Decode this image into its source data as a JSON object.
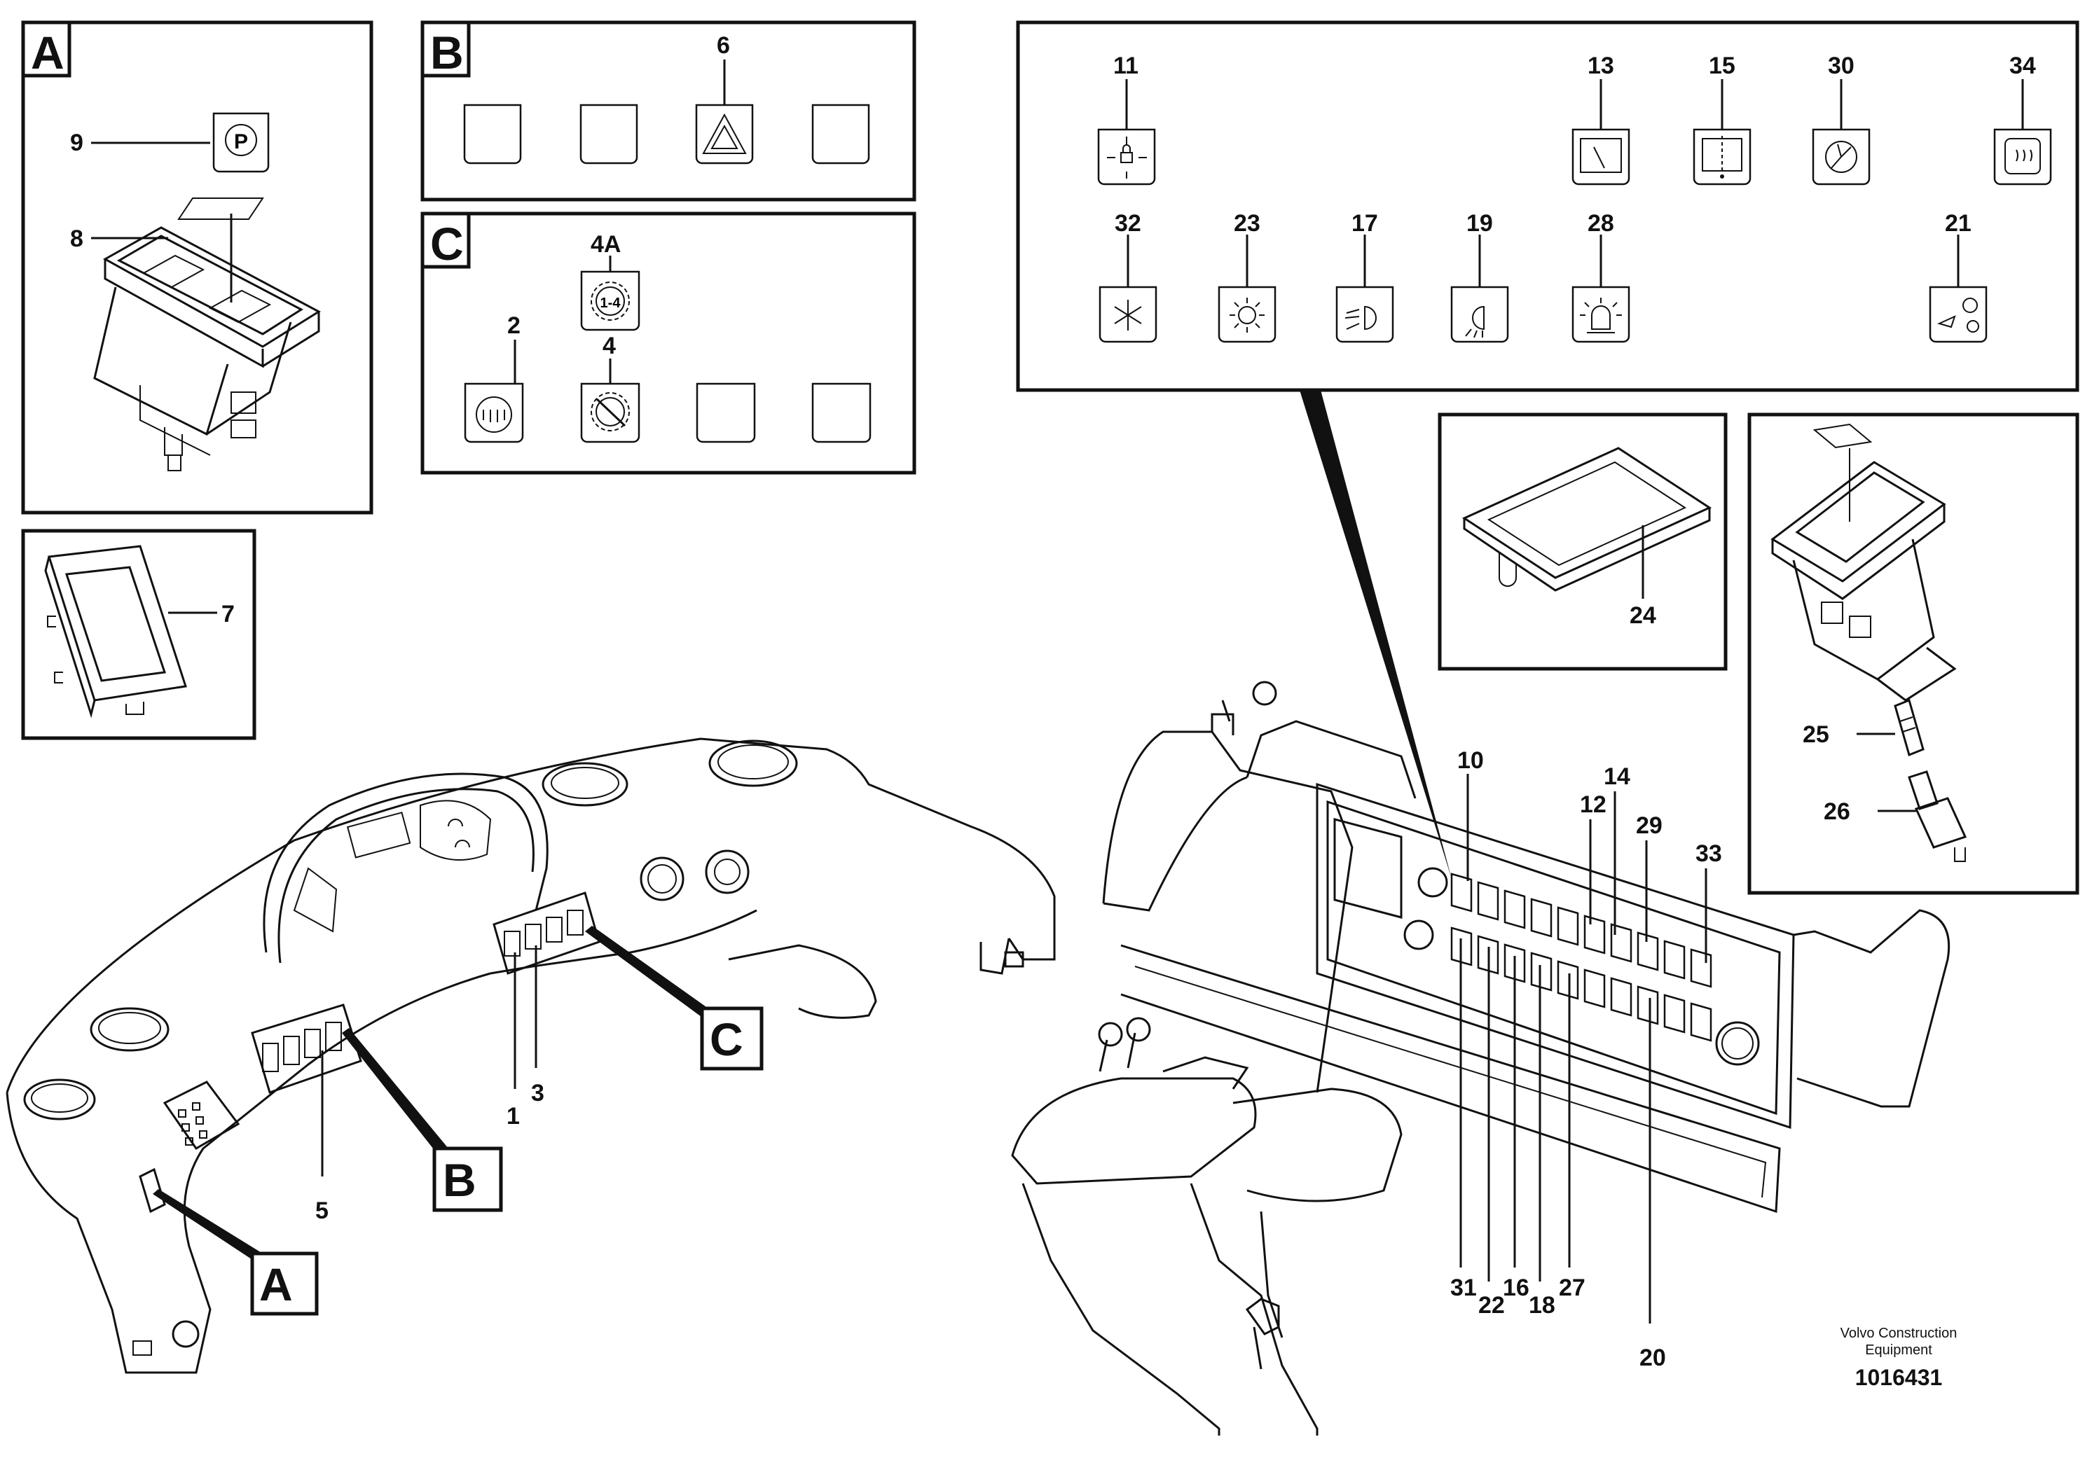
{
  "sections": {
    "A": "A",
    "B": "B",
    "C": "C"
  },
  "callouts": {
    "A": "A",
    "B": "B",
    "C": "C"
  },
  "labels": {
    "n1": "1",
    "n2": "2",
    "n3": "3",
    "n4": "4",
    "n4A": "4A",
    "n5": "5",
    "n6": "6",
    "n7": "7",
    "n8": "8",
    "n9": "9",
    "n10": "10",
    "n11": "11",
    "n12": "12",
    "n13": "13",
    "n14": "14",
    "n15": "15",
    "n16": "16",
    "n17": "17",
    "n18": "18",
    "n19": "19",
    "n20": "20",
    "n21": "21",
    "n22": "22",
    "n23": "23",
    "n24": "24",
    "n25": "25",
    "n26": "26",
    "n27": "27",
    "n28": "28",
    "n29": "29",
    "n30": "30",
    "n31": "31",
    "n32": "32",
    "n33": "33",
    "n34": "34"
  },
  "symbols": {
    "park": "P",
    "gear_range": "1-4"
  },
  "footer": {
    "credit_line1": "Volvo Construction",
    "credit_line2": "Equipment",
    "part_number": "1016431"
  }
}
